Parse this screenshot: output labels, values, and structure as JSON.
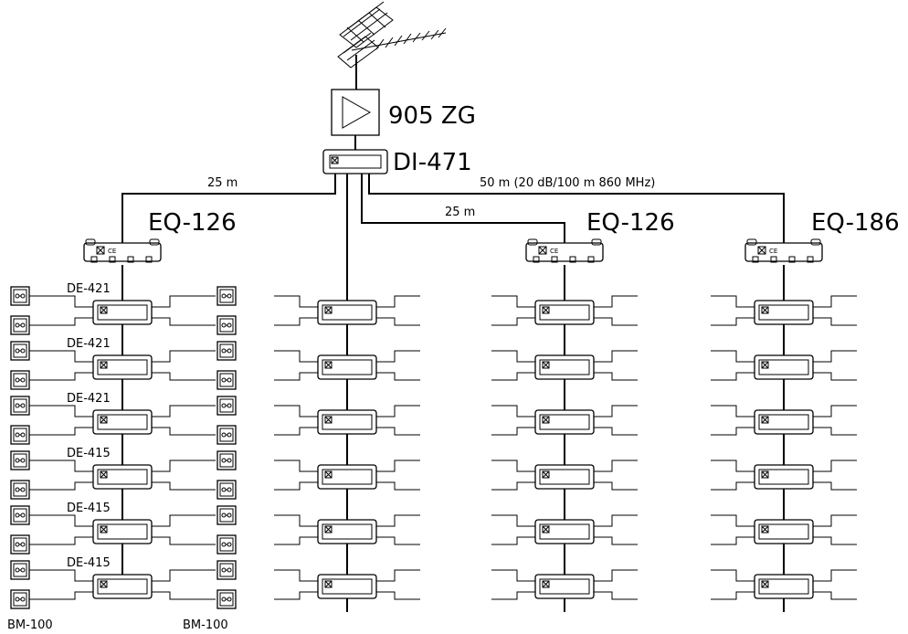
{
  "amplifier": {
    "label": "905 ZG"
  },
  "distributor": {
    "label": "DI-471"
  },
  "equalizers": [
    {
      "label": "EQ-126"
    },
    {
      "label": "EQ-126"
    },
    {
      "label": "EQ-186"
    }
  ],
  "cables": {
    "left_run": "25 m",
    "center_run": "25 m",
    "right_run": "50 m (20 dB/100 m   860 MHz)"
  },
  "derivers": [
    "DE-421",
    "DE-421",
    "DE-421",
    "DE-415",
    "DE-415",
    "DE-415"
  ],
  "outlets": {
    "left": "BM-100",
    "right": "BM-100"
  },
  "ce_mark": "CE"
}
